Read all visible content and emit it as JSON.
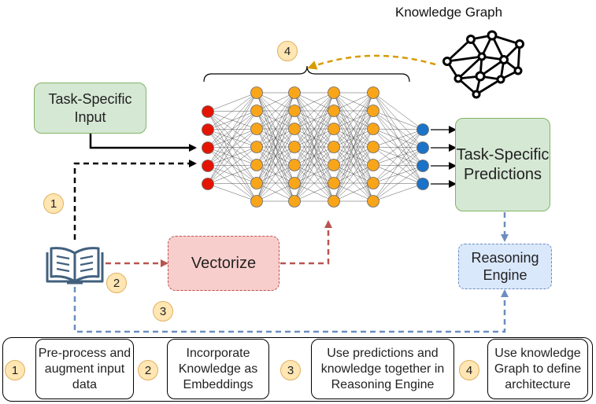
{
  "knowledge_graph_label": "Knowledge Graph",
  "task_input_label": "Task-Specific Input",
  "predictions_label": "Task-Specific Predictions",
  "vectorize_label": "Vectorize",
  "reasoning_label": "Reasoning Engine",
  "badges": [
    "1",
    "2",
    "3",
    "4"
  ],
  "legend": [
    {
      "num": "1",
      "text": "Pre-process and augment input data"
    },
    {
      "num": "2",
      "text": "Incorporate Knowledge as Embeddings"
    },
    {
      "num": "3",
      "text": "Use predictions and knowledge together in Reasoning Engine"
    },
    {
      "num": "4",
      "text": "Use knowledge Graph to define architecture"
    }
  ],
  "colors": {
    "input_neuron": "#e51400",
    "hidden_neuron": "#f9a51a",
    "output_neuron": "#1a73c8",
    "path_1": "#000000",
    "path_2": "#b85450",
    "path_3": "#6c8ebf",
    "path_4": "#d79b00"
  },
  "icons": {
    "knowledge_graph": "network-graph-icon",
    "input_data": "open-book-icon"
  }
}
